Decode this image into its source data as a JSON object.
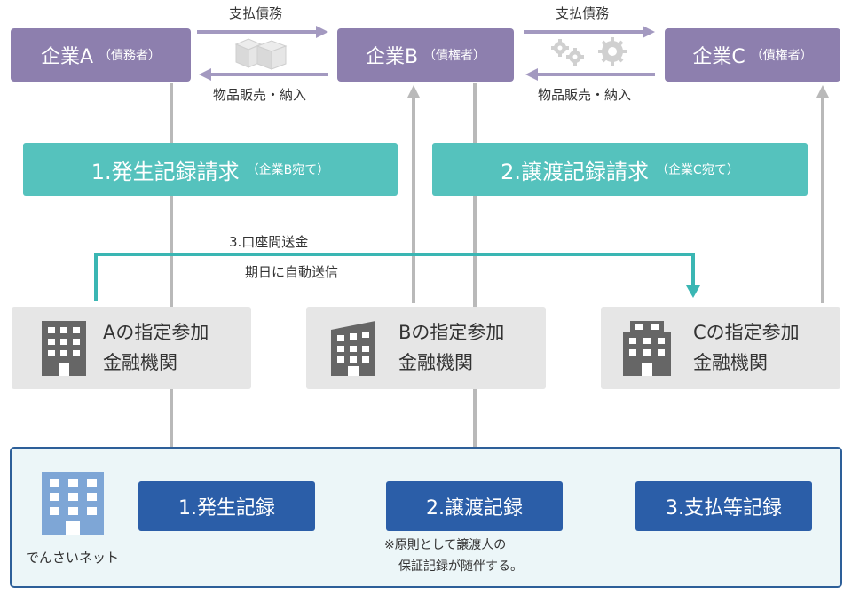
{
  "companies": [
    {
      "name": "企業A",
      "role": "（債務者）"
    },
    {
      "name": "企業B",
      "role": "（債権者）"
    },
    {
      "name": "企業C",
      "role": "（債権者）"
    }
  ],
  "flows": {
    "ab_top": "支払債務",
    "ab_bottom": "物品販売・納入",
    "bc_top": "支払債務",
    "bc_bottom": "物品販売・納入"
  },
  "requests": [
    {
      "label": "1.発生記録請求",
      "sub": "（企業B宛て）"
    },
    {
      "label": "2.譲渡記録請求",
      "sub": "（企業C宛て）"
    }
  ],
  "transfer": {
    "top": "3.口座間送金",
    "bottom": "期日に自動送信"
  },
  "banks": [
    {
      "line1": "Aの指定参加",
      "line2": "金融機関"
    },
    {
      "line1": "Bの指定参加",
      "line2": "金融機関"
    },
    {
      "line1": "Cの指定参加",
      "line2": "金融機関"
    }
  ],
  "densai": {
    "name": "でんさいネット",
    "records": [
      "1.発生記録",
      "2.譲渡記録",
      "3.支払等記録"
    ],
    "note_line1": "※原則として譲渡人の",
    "note_line2": "保証記録が随伴する。"
  },
  "colors": {
    "company": "#8d7fae",
    "request": "#55c2bd",
    "transfer_line": "#3ab6b3",
    "bank": "#e6e6e6",
    "record": "#2b5ea8",
    "net_bg": "#ecf6f8",
    "net_border": "#2d5f99"
  }
}
